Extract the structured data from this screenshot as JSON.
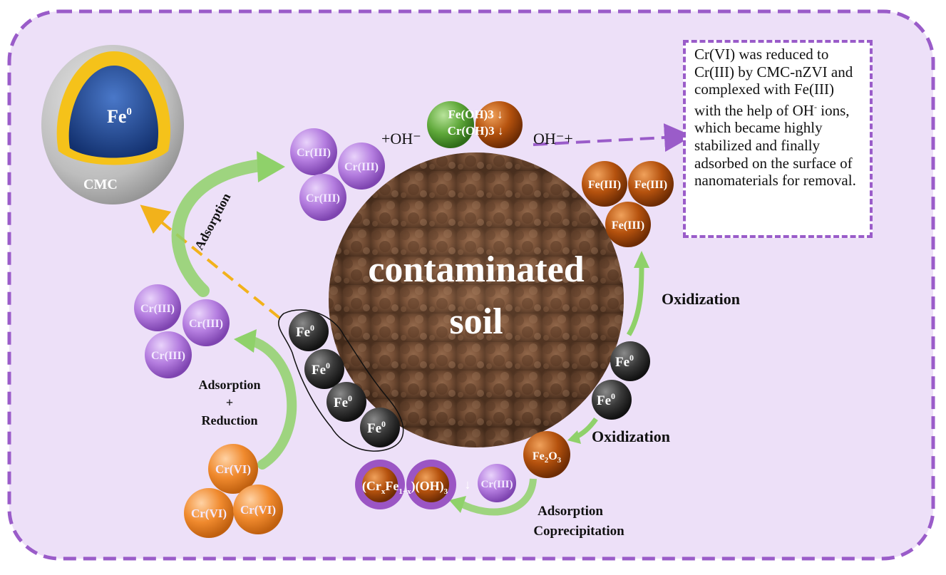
{
  "core": {
    "label": "Fe",
    "sup": "0",
    "shell_label": "CMC"
  },
  "center": {
    "line1": "contaminated",
    "line2": "soil"
  },
  "labels": {
    "adsorption_top": "Adsorption",
    "adsorption_reduction_1": "Adsorption",
    "adsorption_reduction_2": "+",
    "adsorption_reduction_3": "Reduction",
    "oxidization_right": "Oxidization",
    "oxidization_bottom": "Oxidization",
    "coprecip_1": "Adsorption",
    "coprecip_2": "Coprecipitation"
  },
  "species": {
    "cr3": "Cr(III)",
    "cr6": "Cr(VI)",
    "fe3": "Fe(III)",
    "fe0_base": "Fe",
    "fe0_sup": "0",
    "fe2o3": {
      "a": "Fe",
      "b": "2",
      "c": "O",
      "d": "3"
    },
    "feoh3": "Fe(OH)3 ↓",
    "croh3": "Cr(OH)3 ↓",
    "oh_left": "+OH⁻",
    "oh_right": "OH⁻+",
    "complex": {
      "p1": "(Cr",
      "s1": "x",
      "p2": "Fe",
      "s2": "1−x",
      "p3": ")(OH)",
      "s3": "3",
      "arrow": "↓"
    }
  },
  "note": {
    "text_before": "Cr(VI) was reduced to Cr(III) by CMC-nZVI and complexed with Fe(III) with the help of OH",
    "text_sup": "-",
    "text_after": " ions, which became highly stabilized and finally adsorbed on the surface of nanomaterials for removal."
  },
  "colors": {
    "panel": "#ede0f8",
    "panel_border": "#9a5cc9",
    "cr3_ball": "#b57ee0",
    "cr6_ball": "#f08a2e",
    "fe3_ball": "#b5520e",
    "fe0_ball": "#2e2e2e",
    "green_arrow": "#8fd16a",
    "orange_dash": "#f2b21b"
  }
}
